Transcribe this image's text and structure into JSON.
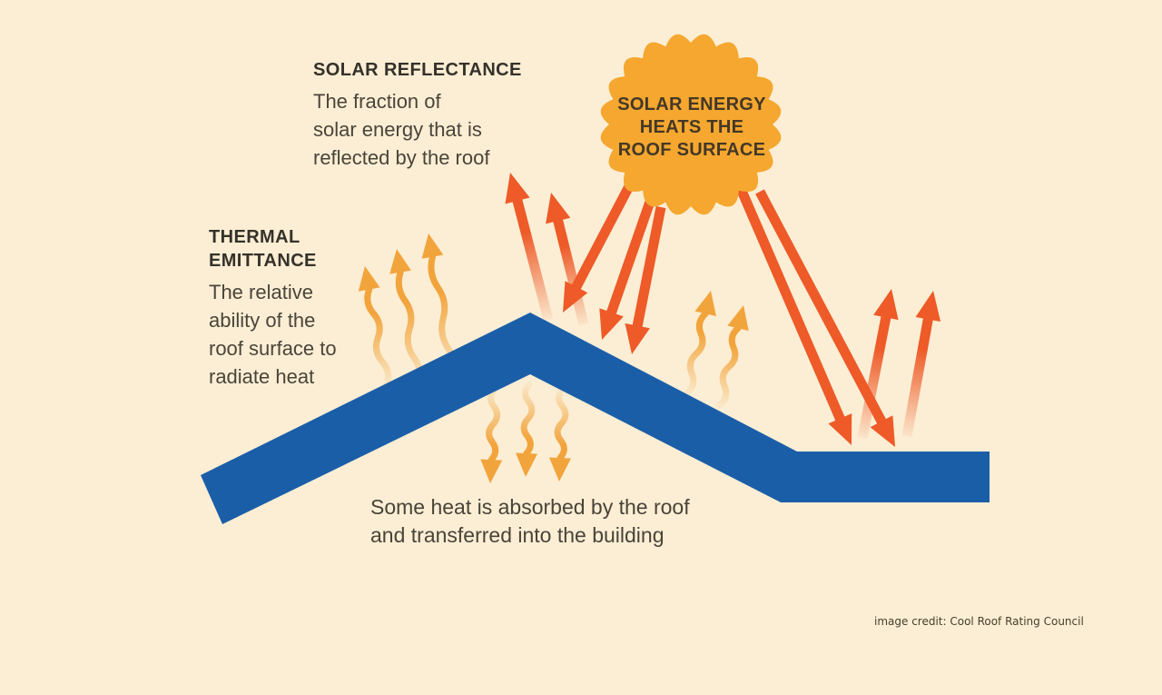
{
  "colors": {
    "background": "#FBEED4",
    "sun": "#F5A72F",
    "ray": "#EE5A28",
    "wave": "#F2A43C",
    "roof": "#1B5EA8"
  },
  "labels": {
    "solar_reflectance": {
      "title": "SOLAR REFLECTANCE",
      "body": "The fraction of\nsolar energy that is\nreflected by the roof"
    },
    "thermal_emittance": {
      "title": "THERMAL\nEMITTANCE",
      "body": "The relative\nability of the\nroof surface to\nradiate heat"
    },
    "sun": {
      "text": "SOLAR ENERGY\nHEATS THE\nROOF SURFACE"
    },
    "absorbed": {
      "text": "Some heat is absorbed by the roof\nand transferred into the building"
    },
    "credit": {
      "text": "image credit: Cool Roof Rating Council"
    }
  }
}
